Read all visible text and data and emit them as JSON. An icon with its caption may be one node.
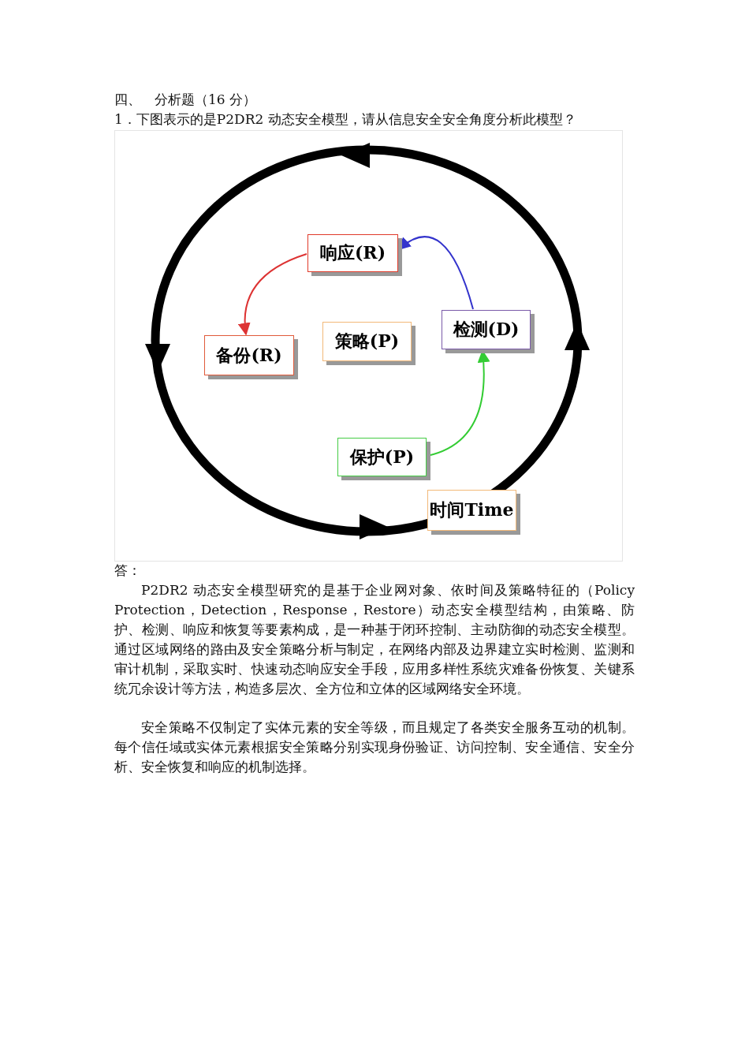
{
  "diagram": {
    "nodes": [
      {
        "text": [
          "响应(R)"
        ]
      },
      {
        "text": [
          "检测(D)"
        ]
      },
      {
        "text": [
          "策略(P)"
        ]
      },
      {
        "text": [
          "备份(R)"
        ]
      },
      {
        "text": [
          "保护(P)"
        ]
      },
      {
        "text": [
          "时间Time"
        ]
      }
    ],
    "edges": [
      {
        "from": 4,
        "to": 1,
        "arrow": "to",
        "color": "#33cc33"
      },
      {
        "from": 1,
        "to": 0,
        "arrow": "to",
        "color": "#3333cc"
      },
      {
        "from": 0,
        "to": 3,
        "arrow": "to",
        "color": "#dd3333"
      }
    ],
    "labels": [
      "四、　分析题（16 分）",
      "1．下图表示的是P2DR2 动态安全模型，请从信息安全安全角度分析此模型？",
      "答：",
      "P2DR2 动态安全模型研究的是基于企业网对象、依时间及策略特征的（Policy Protection，Detection，Response，Restore）动态安全模型结构，由策略、防护、检测、响应和恢复等要素构成，是一种基于闭环控制、主动防御的动态安全模型。通过区域网络的路由及安全策略分析与制定，在网络内部及边界建立实时检测、监测和审计机制，采取实时、快速动态响应安全手段，应用多样性系统灾难备份恢复、关键系统冗余设计等方法，构造多层次、全方位和立体的区域网络安全环境。",
      "安全策略不仅制定了实体元素的安全等级，而且规定了各类安全服务互动的机制。每个信任域或实体元素根据安全策略分别实现身份验证、访问控制、安全通信、安全分析、安全恢复和响应的机制选择。"
    ]
  }
}
